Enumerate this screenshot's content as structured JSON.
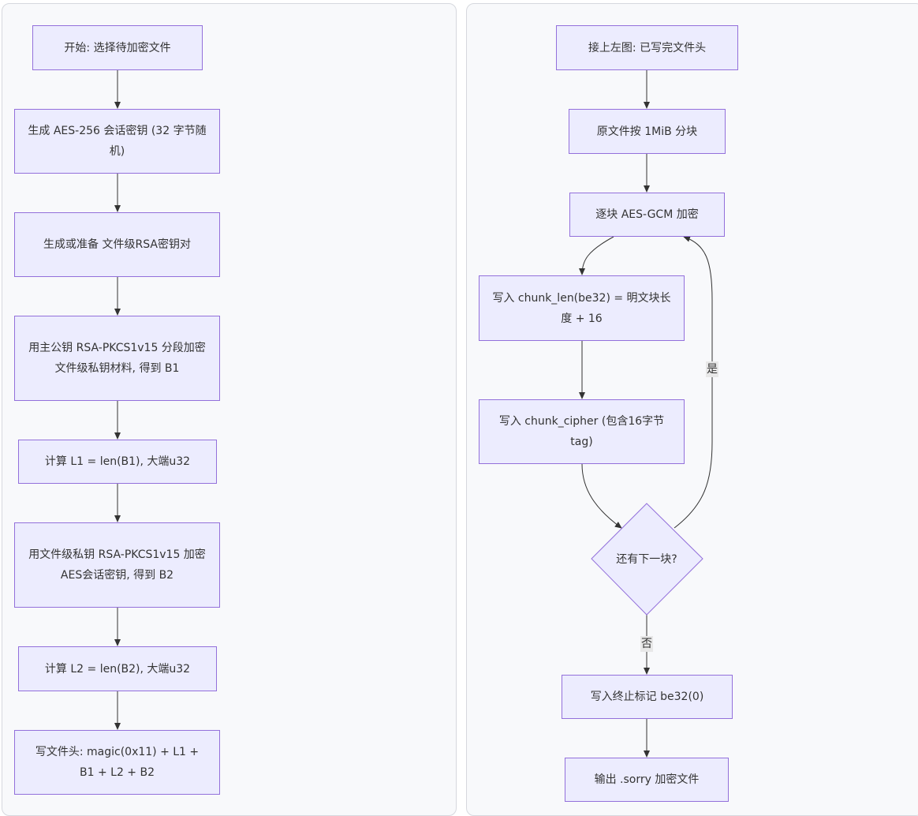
{
  "left": {
    "nodes": [
      "开始: 选择待加密文件",
      "生成 AES-256 会话密钥 (32 字节随机)",
      "生成或准备 文件级RSA密钥对",
      "用主公钥 RSA-PKCS1v15 分段加密 文件级私钥材料, 得到 B1",
      "计算 L1 = len(B1), 大端u32",
      "用文件级私钥 RSA-PKCS1v15 加密 AES会话密钥, 得到 B2",
      "计算 L2 = len(B2), 大端u32",
      "写文件头: magic(0x11) + L1 + B1 + L2 + B2"
    ]
  },
  "right": {
    "nodes": [
      "接上左图: 已写完文件头",
      "原文件按 1MiB 分块",
      "逐块 AES-GCM 加密",
      "写入 chunk_len(be32) = 明文块长度 + 16",
      "写入 chunk_cipher (包含16字节tag)",
      "写入终止标记 be32(0)",
      "输出 .sorry 加密文件"
    ],
    "decision": "还有下一块?",
    "yes_label": "是",
    "no_label": "否"
  },
  "colors": {
    "node_fill": "#ececfe",
    "node_stroke": "#9370db",
    "edge": "#333333",
    "label_bg": "#e8e8e8"
  }
}
